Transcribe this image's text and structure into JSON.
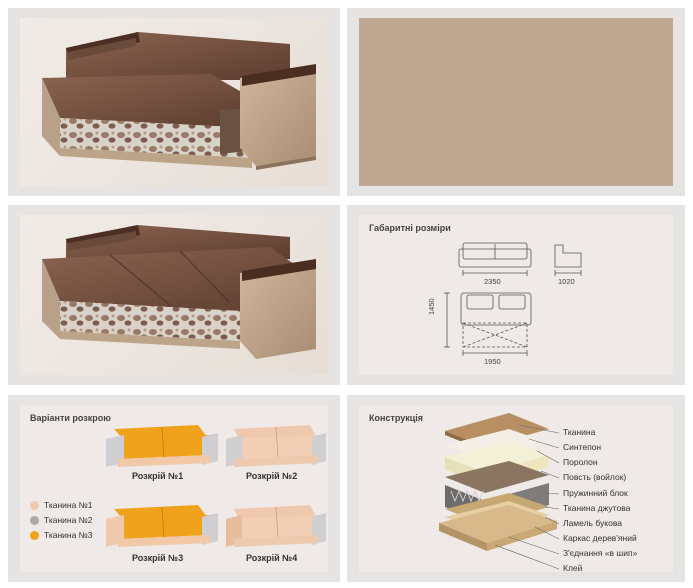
{
  "photo_panels": [
    {
      "name": "sofa-photo-folded"
    },
    {
      "name": "sofa-photo-unfolded"
    }
  ],
  "fabric_swatch": {
    "color": "#c0a792"
  },
  "dimensions": {
    "title": "Габаритні розміри",
    "front_width": "2350",
    "side_depth": "1020",
    "bed_length": "1450",
    "bed_width": "1950"
  },
  "layouts": {
    "title": "Варіанти розкрою",
    "variants": [
      "Розкрій №1",
      "Розкрій №2",
      "Розкрій №3",
      "Розкрій №4"
    ],
    "fabrics": [
      {
        "label": "Тканина №1",
        "color": "#efc9ad"
      },
      {
        "label": "Тканина №2",
        "color": "#a9a9ab"
      },
      {
        "label": "Тканина №3",
        "color": "#f0a21d"
      }
    ]
  },
  "construction": {
    "title": "Конструкція",
    "layers": [
      "Тканина",
      "Синтепон",
      "Поролон",
      "Повсть (войлок)",
      "Пружинний блок",
      "Тканина джутова",
      "Ламель букова",
      "Каркас дерев'яний",
      "З'єднання «в шип»",
      "Клей"
    ]
  }
}
